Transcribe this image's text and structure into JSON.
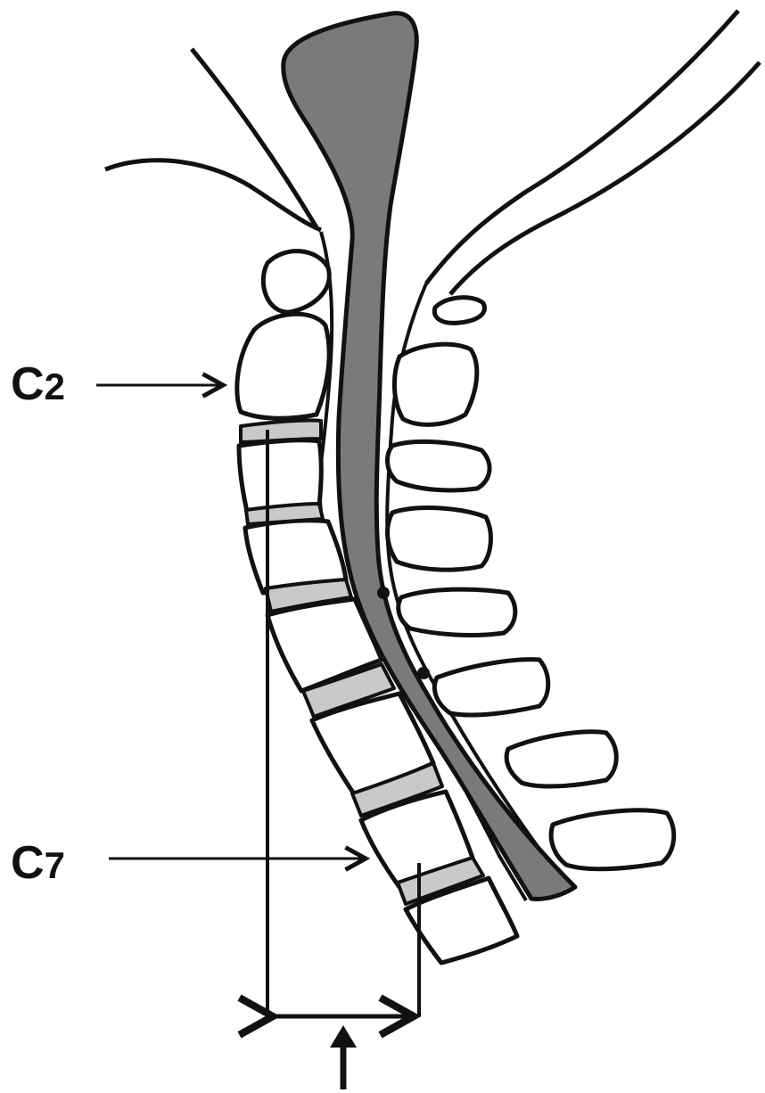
{
  "labels": {
    "c2": {
      "letter": "C",
      "number": "2"
    },
    "c7": {
      "letter": "C",
      "number": "7"
    }
  },
  "colors": {
    "outline": "#111111",
    "cord": "#7a7a7a",
    "disc": "#c9c9c9",
    "bone": "#ffffff",
    "background": "#ffffff"
  },
  "icons": [
    "arrow-right-icon",
    "arrow-up-icon",
    "double-arrow-icon"
  ]
}
